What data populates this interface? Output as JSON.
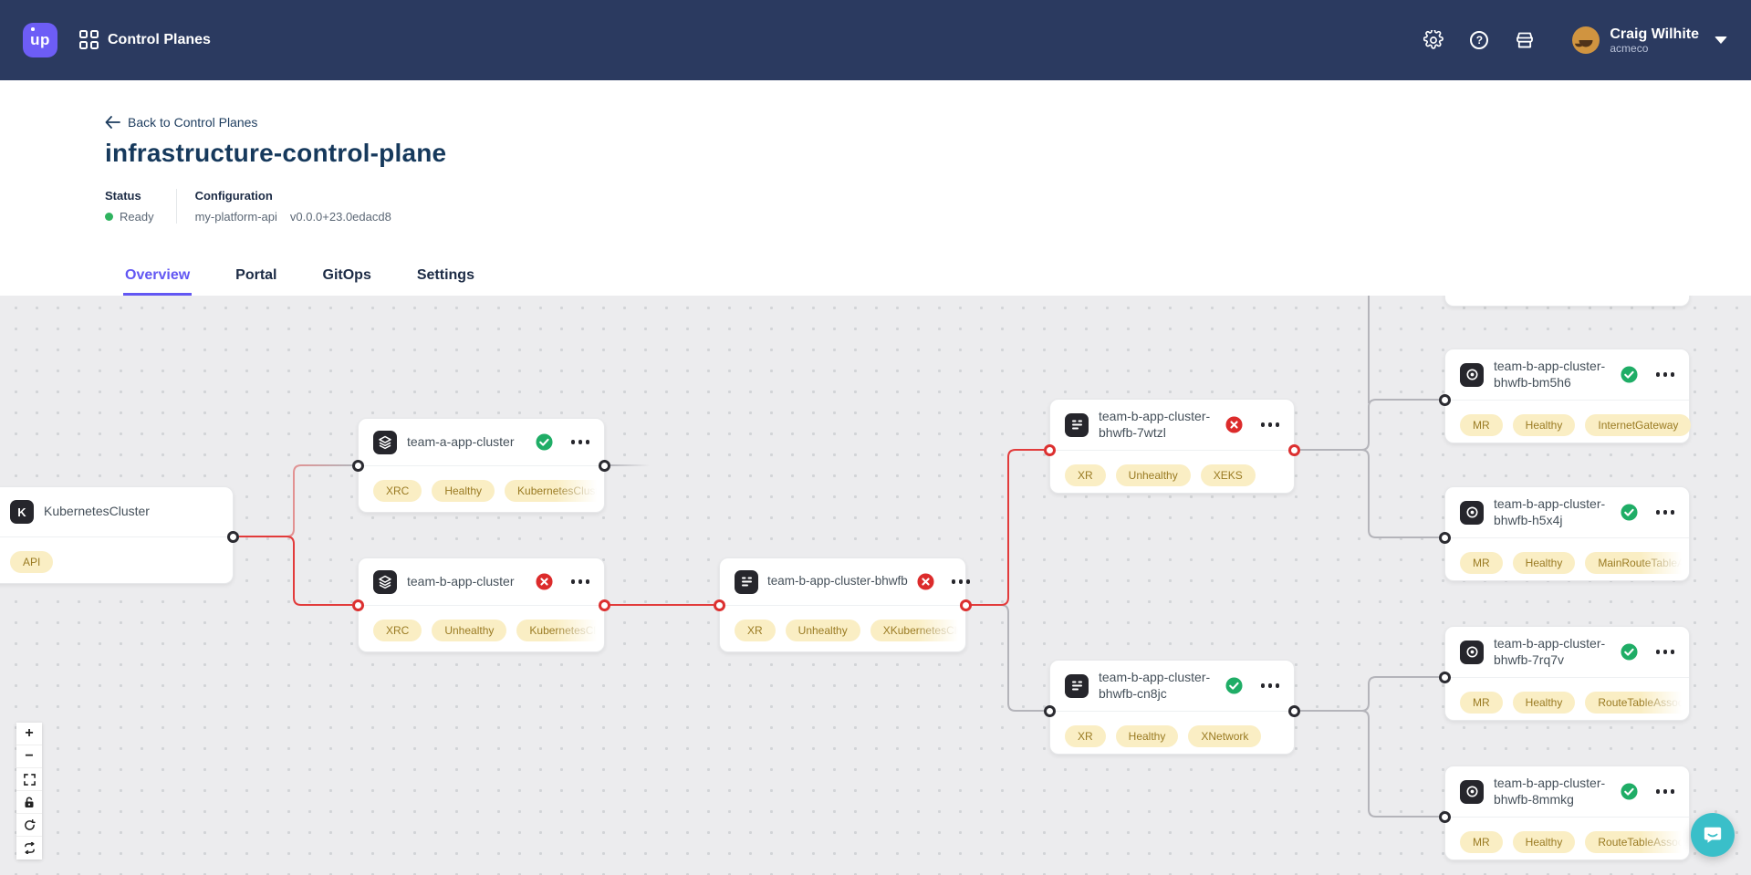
{
  "header": {
    "logo_text": "up",
    "app_title": "Control Planes",
    "user": {
      "name": "Craig Wilhite",
      "org": "acmeco"
    }
  },
  "page": {
    "back_link": "Back to Control Planes",
    "title": "infrastructure-control-plane",
    "status_label": "Status",
    "status_value": "Ready",
    "config_label": "Configuration",
    "config_name": "my-platform-api",
    "config_version": "v0.0.0+23.0edacd8",
    "tabs": [
      "Overview",
      "Portal",
      "GitOps",
      "Settings"
    ],
    "active_tab": "Overview"
  },
  "canvas": {
    "nodes": [
      {
        "id": "kubernetes-cluster",
        "label": "KubernetesCluster",
        "icon": "k8s-cluster-icon",
        "status": "none",
        "badges": [
          "API"
        ]
      },
      {
        "id": "team-a-app-cluster",
        "label": "team-a-app-cluster",
        "icon": "claim-layers-icon",
        "status": "healthy",
        "badges": [
          "XRC",
          "Healthy",
          "KubernetesCluster"
        ]
      },
      {
        "id": "team-b-app-cluster",
        "label": "team-b-app-cluster",
        "icon": "claim-layers-icon",
        "status": "unhealthy",
        "badges": [
          "XRC",
          "Unhealthy",
          "KubernetesCluster"
        ]
      },
      {
        "id": "team-b-app-cluster-bhwfb",
        "label": "team-b-app-cluster-bhwfb",
        "icon": "composite-resource-icon",
        "status": "unhealthy",
        "badges": [
          "XR",
          "Unhealthy",
          "XKubernetesCluster"
        ]
      },
      {
        "id": "team-b-app-cluster-bhwfb-7wtzl",
        "label": "team-b-app-cluster-bhwfb-7wtzl",
        "icon": "composite-resource-icon",
        "status": "unhealthy",
        "badges": [
          "XR",
          "Unhealthy",
          "XEKS"
        ]
      },
      {
        "id": "team-b-app-cluster-bhwfb-cn8jc",
        "label": "team-b-app-cluster-bhwfb-cn8jc",
        "icon": "composite-resource-icon",
        "status": "healthy",
        "badges": [
          "XR",
          "Healthy",
          "XNetwork"
        ]
      },
      {
        "id": "team-b-app-cluster-bhwfb-bm5h6",
        "label": "team-b-app-cluster-bhwfb-bm5h6",
        "icon": "managed-resource-icon",
        "status": "healthy",
        "badges": [
          "MR",
          "Healthy",
          "InternetGateway"
        ]
      },
      {
        "id": "team-b-app-cluster-bhwfb-h5x4j",
        "label": "team-b-app-cluster-bhwfb-h5x4j",
        "icon": "managed-resource-icon",
        "status": "healthy",
        "badges": [
          "MR",
          "Healthy",
          "MainRouteTableAssociation"
        ]
      },
      {
        "id": "team-b-app-cluster-bhwfb-7rq7v",
        "label": "team-b-app-cluster-bhwfb-7rq7v",
        "icon": "managed-resource-icon",
        "status": "healthy",
        "badges": [
          "MR",
          "Healthy",
          "RouteTableAssociation"
        ]
      },
      {
        "id": "team-b-app-cluster-bhwfb-8mmkg",
        "label": "team-b-app-cluster-bhwfb-8mmkg",
        "icon": "managed-resource-icon",
        "status": "healthy",
        "badges": [
          "MR",
          "Healthy",
          "RouteTableAssociation"
        ]
      }
    ],
    "controls": [
      "zoom-in",
      "zoom-out",
      "fit-view",
      "lock",
      "reset-view",
      "re-layout"
    ]
  },
  "colors": {
    "header_navy": "#2b3a60",
    "accent_purple": "#6d5df6",
    "tab_active": "#6257f3",
    "healthy_green": "#1fad66",
    "unhealthy_red": "#dc2b2b",
    "edge_red": "#e23b3b",
    "edge_gray": "#b4b4ba",
    "badge_bg": "#faeec4",
    "badge_text": "#9a7b23",
    "chat_teal": "#3abfc9"
  }
}
